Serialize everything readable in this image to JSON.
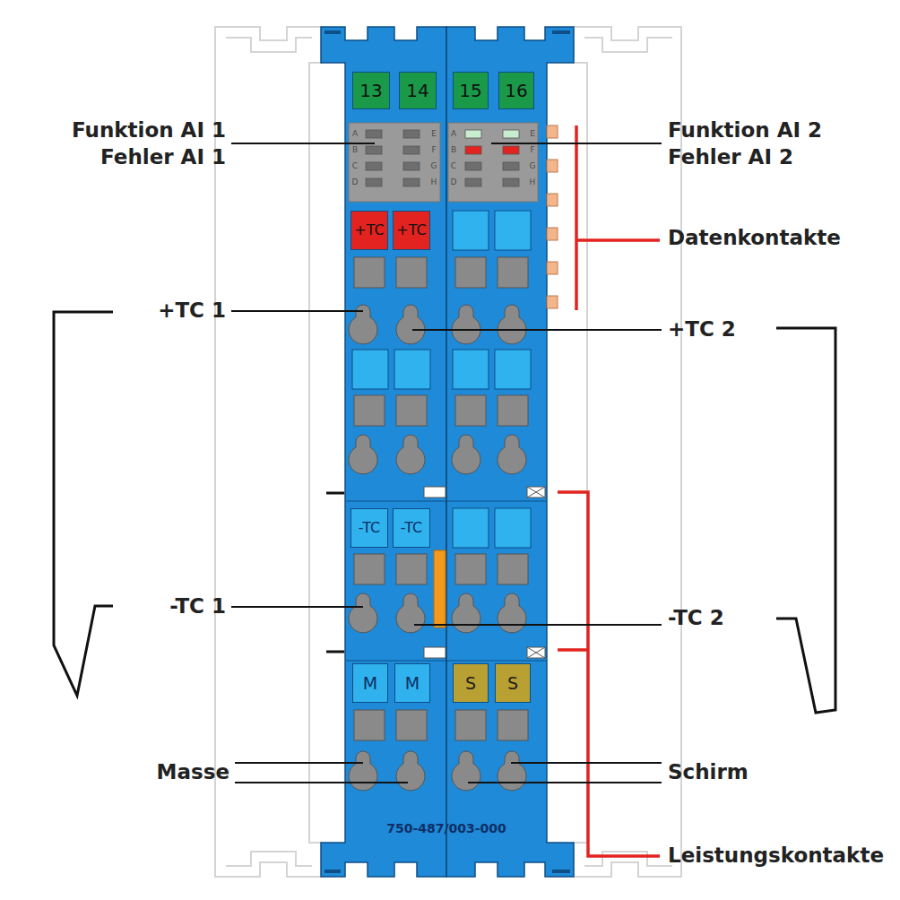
{
  "diagram": {
    "nodes": [
      {
        "text": [
          "13"
        ]
      },
      {
        "text": [
          "14"
        ]
      },
      {
        "text": [
          "15"
        ]
      },
      {
        "text": [
          "16"
        ]
      },
      {
        "text": [
          "+TC"
        ]
      },
      {
        "text": [
          "+TC"
        ]
      },
      {
        "text": [
          "-TC"
        ]
      },
      {
        "text": [
          "-TC"
        ]
      },
      {
        "text": [
          "M"
        ]
      },
      {
        "text": [
          "M"
        ]
      },
      {
        "text": [
          "S"
        ]
      },
      {
        "text": [
          "S"
        ]
      }
    ],
    "labels": [
      "Funktion AI 1",
      "Fehler AI 1",
      "Funktion AI 2",
      "Fehler AI 2",
      "A",
      "B",
      "C",
      "D",
      "E",
      "F",
      "G",
      "H",
      "A",
      "B",
      "C",
      "D",
      "E",
      "F",
      "G",
      "H",
      "Datenkontakte",
      "+TC 1",
      "+TC 2",
      "-TC 1",
      "-TC 2",
      "Masse",
      "Schirm",
      "750-487/003-000",
      "Leistungskontakte"
    ]
  }
}
